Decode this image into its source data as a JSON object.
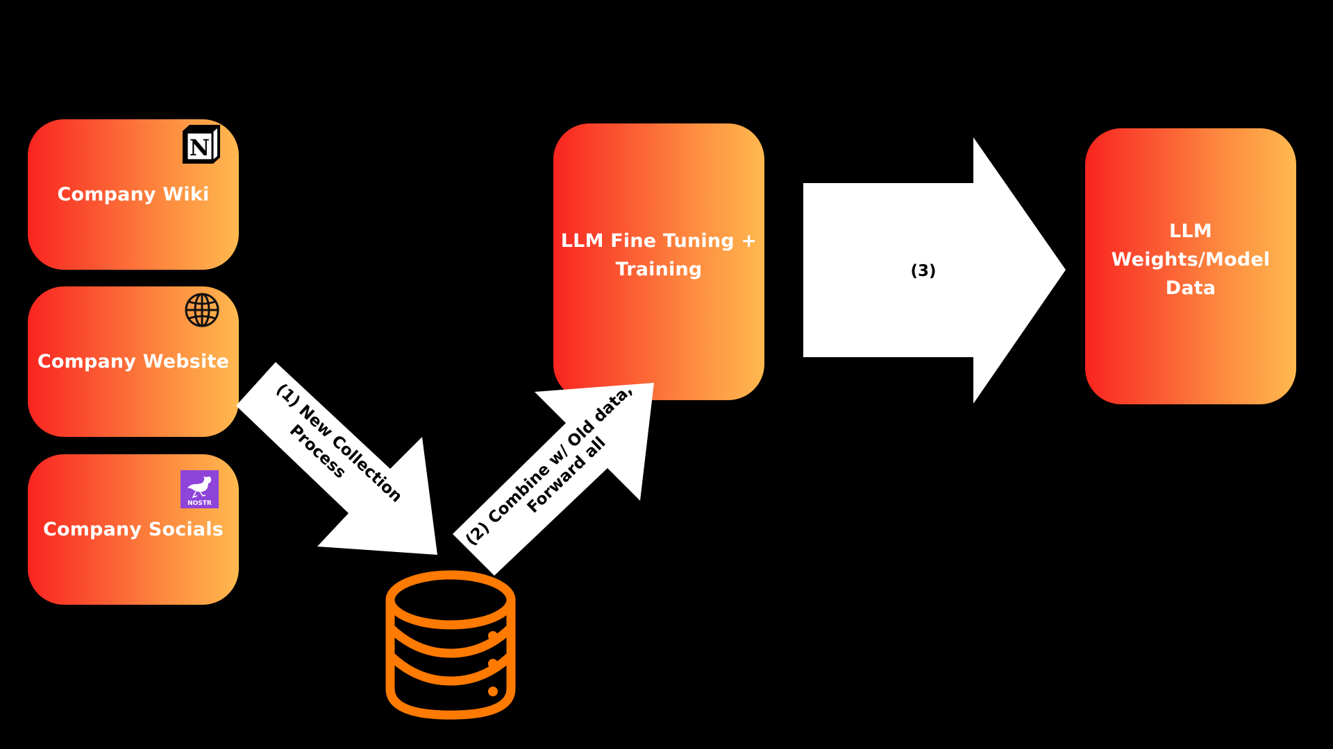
{
  "colors": {
    "background": "#000000",
    "box_gradient_start": "#f9241f",
    "box_gradient_end": "#ffb94f",
    "box_text": "#ffffff",
    "arrow_fill": "#ffffff",
    "arrow_text": "#000000",
    "database_icon": "#ff7a00",
    "nostr_badge": "#8e44d8"
  },
  "sources": [
    {
      "label": "Company Wiki",
      "icon": "notion-icon"
    },
    {
      "label": "Company Website",
      "icon": "globe-icon"
    },
    {
      "label": "Company Socials",
      "icon": "nostr-icon",
      "icon_text": "NOSTR"
    }
  ],
  "storage": {
    "icon": "database-icon"
  },
  "training": {
    "label": "LLM Fine Tuning + Training"
  },
  "output": {
    "label_lines": [
      "LLM",
      "Weights/Model",
      "Data"
    ]
  },
  "arrows": [
    {
      "step": 1,
      "lines": [
        "(1) New Collection",
        "Process"
      ]
    },
    {
      "step": 2,
      "lines": [
        "(2) Combine w/ Old data,",
        "Forward all"
      ]
    },
    {
      "step": 3,
      "lines": [
        "(3)"
      ]
    }
  ]
}
